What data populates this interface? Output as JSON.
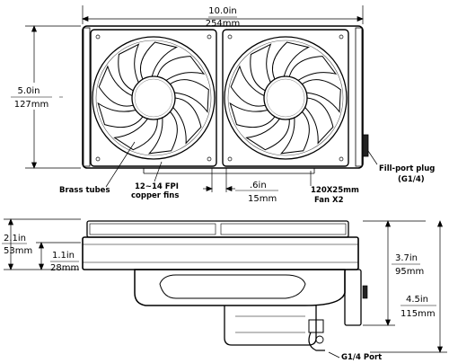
{
  "dimensions": {
    "width_in": "10.0in",
    "width_mm": "254mm",
    "height_in": "5.0in",
    "height_mm": "127mm",
    "fan_gap_in": ".6in",
    "fan_gap_mm": "15mm",
    "side_a_in": "2.1in",
    "side_a_mm": "53mm",
    "side_b_in": "1.1in",
    "side_b_mm": "28mm",
    "side_c_in": "3.7in",
    "side_c_mm": "95mm",
    "side_d_in": "4.5in",
    "side_d_mm": "115mm"
  },
  "callouts": {
    "brass_tubes": "Brass tubes",
    "fins_line1": "12~14 FPI",
    "fins_line2": "copper fins",
    "fan_line1": "120X25mm",
    "fan_line2": "Fan X2",
    "plug_line1": "Fill-port plug",
    "plug_line2": "(G1/4)",
    "port": "G1/4 Port"
  }
}
